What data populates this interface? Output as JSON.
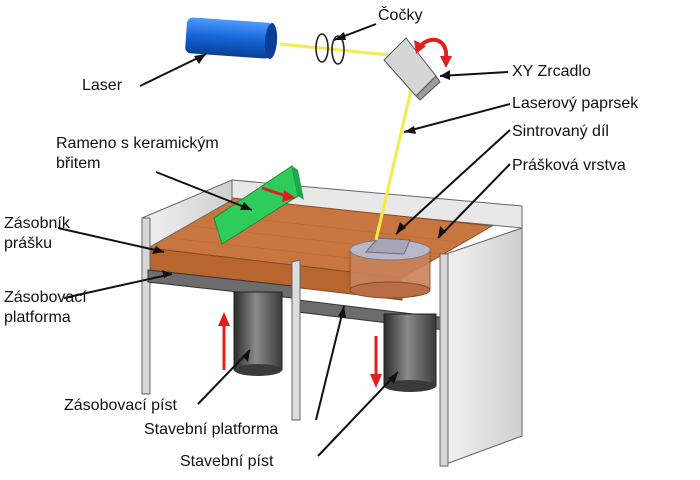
{
  "labels": {
    "laser": "Laser",
    "cocky": "Čočky",
    "xy_mirror": "XY Zrcadlo",
    "laser_beam": "Laserový paprsek",
    "sintered_part": "Sintrovaný díl",
    "powder_layer": "Prášková vrstva",
    "arm_line1": "Rameno s keramickým",
    "arm_line2": "břitem",
    "reservoir_line1": "Zásobník",
    "reservoir_line2": "prášku",
    "feed_platform_line1": "Zásobovací",
    "feed_platform_line2": "platforma",
    "feed_piston": "Zásobovací píst",
    "build_platform": "Stavební platforma",
    "build_piston": "Stavební píst"
  },
  "colors": {
    "laser_body": "#1565d8",
    "beam": "#f2ec4a",
    "powder": "#c8753f",
    "blade": "#2ecc5a",
    "arrow": "#e02020",
    "wall": "#d9d9d9"
  }
}
